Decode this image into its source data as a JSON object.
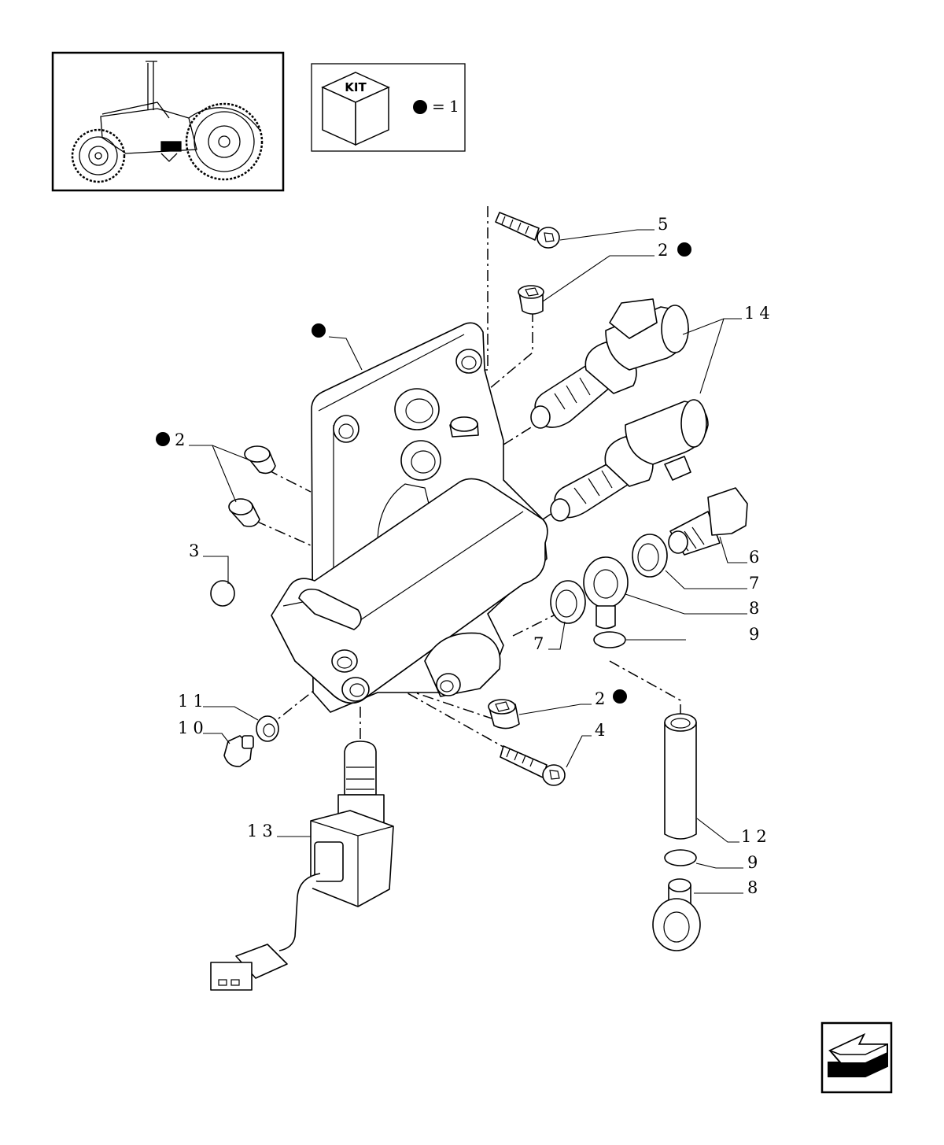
{
  "kit_legend": {
    "kit_label": "KIT",
    "equals": "=",
    "kit_count": "1"
  },
  "callouts": {
    "c5": "5",
    "c2_top": "2",
    "c14": "14",
    "c2_left": "2",
    "c3": "3",
    "c6": "6",
    "c7_right": "7",
    "c8_right": "8",
    "c9_upper": "9",
    "c7_left": "7",
    "c11": "11",
    "c10": "10",
    "c2_lower": "2",
    "c4": "4",
    "c13": "13",
    "c12": "12",
    "c9_lower": "9",
    "c8_lower": "8"
  },
  "icons": {
    "thumbnail": "tractor-thumbnail-icon",
    "kit_cube": "kit-cube-icon",
    "kit_marker": "kit-bullet-icon",
    "nav_arrow": "previous-page-arrow-icon"
  },
  "colors": {
    "ink": "#000000",
    "paper": "#ffffff"
  }
}
